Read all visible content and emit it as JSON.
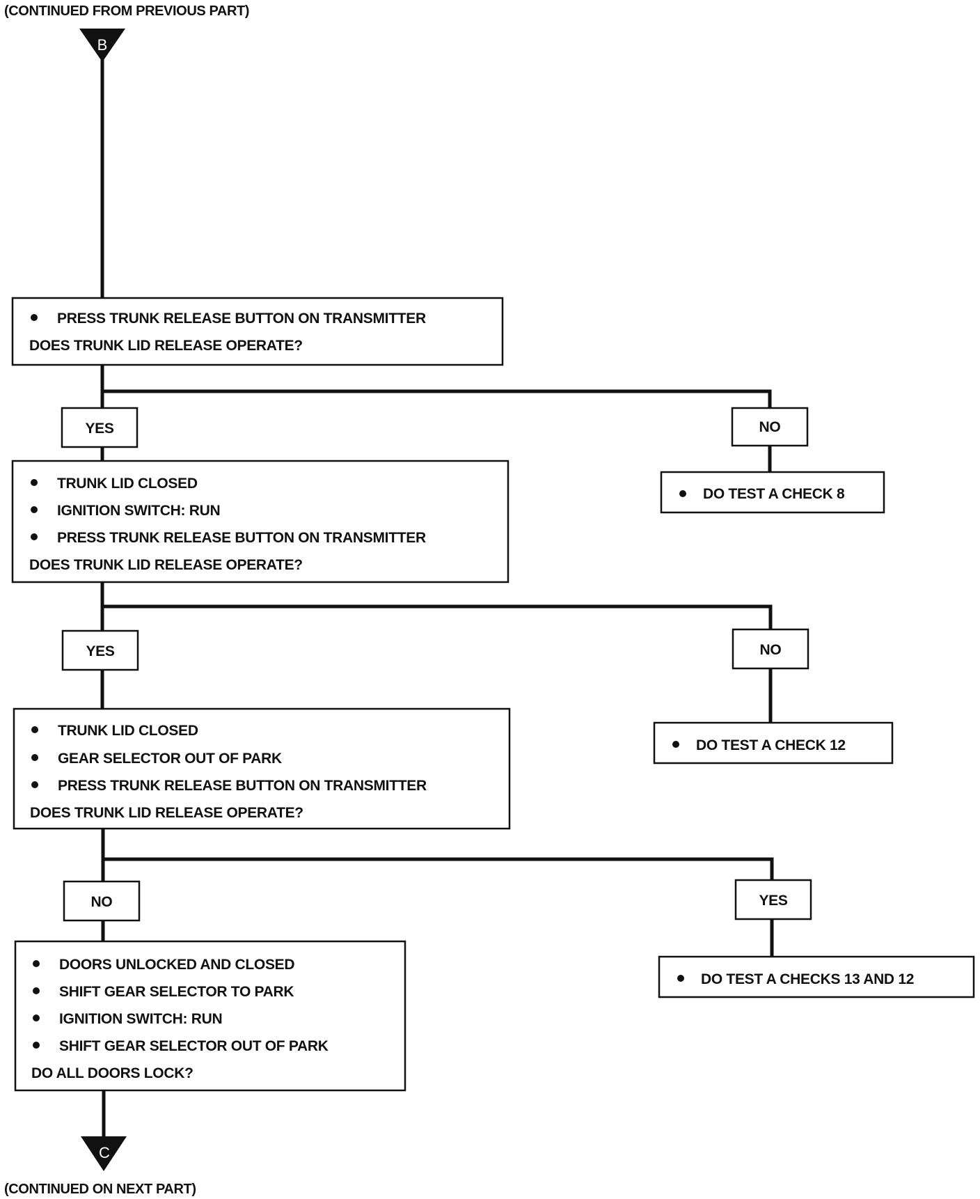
{
  "header": {
    "continued_from": "(CONTINUED FROM PREVIOUS PART)"
  },
  "footer": {
    "continued_on": "(CONTINUED ON NEXT PART)"
  },
  "connectors": {
    "start": "B",
    "end": "C"
  },
  "step1": {
    "bullets": [
      "PRESS TRUNK RELEASE BUTTON ON TRANSMITTER"
    ],
    "question": "DOES TRUNK LID RELEASE OPERATE?"
  },
  "branch1": {
    "yes": "YES",
    "no": "NO",
    "no_action": "DO TEST A CHECK 8"
  },
  "step2": {
    "bullets": [
      "TRUNK LID CLOSED",
      "IGNITION SWITCH: RUN",
      "PRESS TRUNK RELEASE BUTTON ON TRANSMITTER"
    ],
    "question": "DOES TRUNK LID RELEASE OPERATE?"
  },
  "branch2": {
    "yes": "YES",
    "no": "NO",
    "no_action": "DO TEST A CHECK 12"
  },
  "step3": {
    "bullets": [
      "TRUNK LID CLOSED",
      "GEAR SELECTOR OUT OF PARK",
      "PRESS TRUNK RELEASE BUTTON ON TRANSMITTER"
    ],
    "question": "DOES TRUNK LID RELEASE OPERATE?"
  },
  "branch3": {
    "no": "NO",
    "yes": "YES",
    "yes_action": "DO TEST A CHECKS 13 AND 12"
  },
  "step4": {
    "bullets": [
      "DOORS UNLOCKED AND CLOSED",
      "SHIFT GEAR SELECTOR TO PARK",
      "IGNITION SWITCH: RUN",
      "SHIFT GEAR SELECTOR OUT OF PARK"
    ],
    "question": "DO ALL DOORS LOCK?"
  }
}
